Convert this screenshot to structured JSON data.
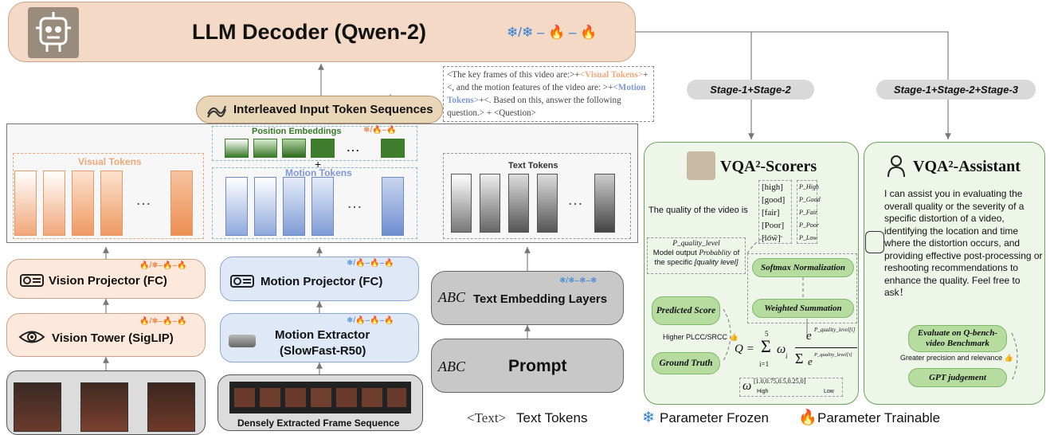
{
  "llm_decoder": {
    "title": "LLM Decoder (Qwen-2)",
    "param_state": "❄/❄ – 🔥 – 🔥"
  },
  "interleaved": {
    "label": "Interleaved Input Token Sequences"
  },
  "prompt_template": {
    "p1": "<The key frames of this video are:>+",
    "p2": "<Visual Tokens>",
    "p3": "+<, and the motion features of the video are: >+",
    "p4": "<Motion Tokens>",
    "p5": "+<. Based on this, answer the following question.> + <Question>"
  },
  "tokens": {
    "visual_label": "Visual Tokens",
    "position_label": "Position Embeddings",
    "position_state": "❄/🔥–🔥",
    "motion_label": "Motion Tokens",
    "text_label": "Text Tokens",
    "plus": "+",
    "ellipsis": "…"
  },
  "modules": {
    "vision_projector": {
      "label": "Vision Projector (FC)",
      "state": "🔥/❄–🔥–🔥"
    },
    "vision_tower": {
      "label": "Vision Tower (SigLIP)",
      "state": "🔥/❄–🔥–🔥"
    },
    "motion_projector": {
      "label": "Motion Projector (FC)",
      "state": "❄/🔥–🔥–🔥"
    },
    "motion_extractor": {
      "label1": "Motion Extractor",
      "label2": "(SlowFast-R50)",
      "state": "❄/🔥–🔥–🔥"
    },
    "text_embedding": {
      "label": "Text Embedding Layers",
      "state": "❄/❄–❄–❄"
    },
    "prompt": {
      "label": "Prompt"
    },
    "frame_sequence": {
      "label": "Densely Extracted Frame Sequence"
    },
    "abc_icon": "ABC"
  },
  "stages": {
    "stage12": "Stage-1+Stage-2",
    "stage123": "Stage-1+Stage-2+Stage-3"
  },
  "scorers": {
    "title": "VQA²-Scorers",
    "quality_sentence": "The quality of the video is",
    "levels": [
      "[high]",
      "[good]",
      "[fair]",
      "[Poor]",
      "[low]"
    ],
    "probs": [
      "P_High",
      "P_Good",
      "P_Fair",
      "P_Poor",
      "P_Low"
    ],
    "p_quality_level": "P_quality_level",
    "model_output_1": "Model output",
    "model_output_2": "Probablity",
    "model_output_3": " of",
    "model_output_4": "the specific",
    "model_output_5": "[quality level]",
    "softmax": "Softmax Normalization",
    "weighted": "Weighted Summation",
    "predicted_score": "Predicted Score",
    "ground_truth": "Ground Truth",
    "higher_plcc": "Higher PLCC/SRCC 👍",
    "formula_q": "Q =",
    "formula_sum": "Σ",
    "formula_idx": "i=1",
    "formula_top": "5",
    "formula_omega": "ω",
    "formula_omega_i": "i",
    "formula_e": "e",
    "formula_exp": "P_quality_level[i]",
    "omega_values": "[1.0,0.75,0.5,0.25,0]",
    "omega_high": "High",
    "omega_low": "Low"
  },
  "assistant": {
    "title": "VQA²-Assistant",
    "text": "I can assist you in evaluating the overall quality or the severity of a specific distortion of a video, identifying the location and time where the distortion occurs, and providing effective post-processing or reshooting recommendations to enhance the quality. Feel free to ask！",
    "evaluate": "Evaluate on Q-bench-video Benchmark",
    "greater": "Greater precision and relevance 👍",
    "gpt": "GPT judgement"
  },
  "legend": {
    "text_tokens_sym": "<Text>",
    "text_tokens": "Text Tokens",
    "frozen": "Parameter Frozen",
    "trainable": "Parameter Trainable"
  },
  "colors": {
    "llm_fill": "#f3d9c6",
    "interleaved_fill": "#e9d6b8",
    "projector_fill": "#fde9dc",
    "motion_fill": "#dfe8f6",
    "text_fill": "#c8c8c8",
    "green_panel": "#eef6e9",
    "visual_token": "#f0a779",
    "motion_token": "#8fa9dc",
    "pos_token": "#3a7a2a"
  }
}
